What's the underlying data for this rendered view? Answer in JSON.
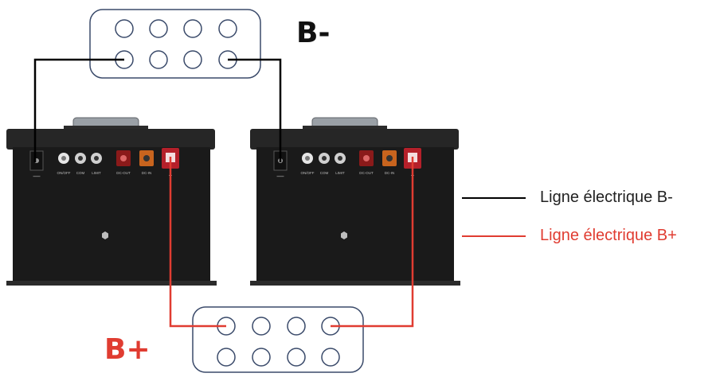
{
  "bus_bars": {
    "negative": {
      "label": "B-"
    },
    "positive": {
      "label": "B+"
    }
  },
  "batteries": [
    {
      "port_labels": [
        "ON/OFF",
        "COM",
        "LIMIT",
        "DC-OUT",
        "DC-IN"
      ],
      "terminal_marks": [
        "—",
        "+"
      ]
    },
    {
      "port_labels": [
        "ON/OFF",
        "COM",
        "LIMIT",
        "DC-OUT",
        "DC-IN"
      ],
      "terminal_marks": [
        "—",
        "+"
      ]
    }
  ],
  "legend": [
    {
      "label": "Ligne électrique B-",
      "color": "#000000"
    },
    {
      "label": "Ligne électrique B+",
      "color": "#e03c31"
    }
  ],
  "colors": {
    "negative_wire": "#000000",
    "positive_wire": "#e03c31",
    "busbar_outline": "#3a4a6a",
    "battery_body": "#1a1a1a",
    "dc_out_port": "#8b1a1a",
    "dc_in_port": "#c8641e"
  }
}
